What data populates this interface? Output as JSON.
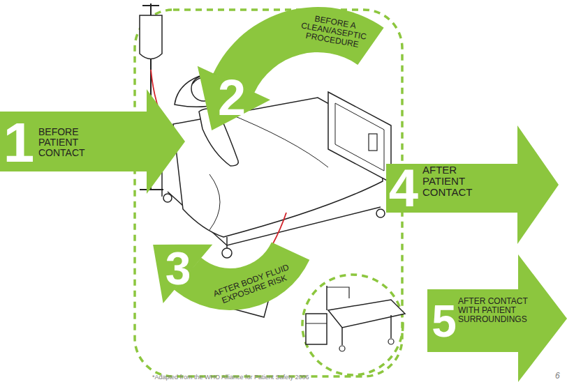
{
  "diagram": {
    "nodes": [
      {
        "text": [
          "1",
          "BEFORE PATIENT CONTACT"
        ]
      },
      {
        "text": [
          "2",
          "BEFORE A CLEAN/ASEPTIC PROCEDURE"
        ]
      },
      {
        "text": [
          "3",
          "AFTER BODY FLUID EXPOSURE RISK"
        ]
      },
      {
        "text": [
          "4",
          "AFTER PATIENT CONTACT"
        ]
      },
      {
        "text": [
          "5",
          "AFTER CONTACT WITH PATIENT SURROUNDINGS"
        ]
      }
    ],
    "labels": [
      "*Adapted from the WHO Alliance for Patient Safety 2006",
      "6"
    ]
  }
}
